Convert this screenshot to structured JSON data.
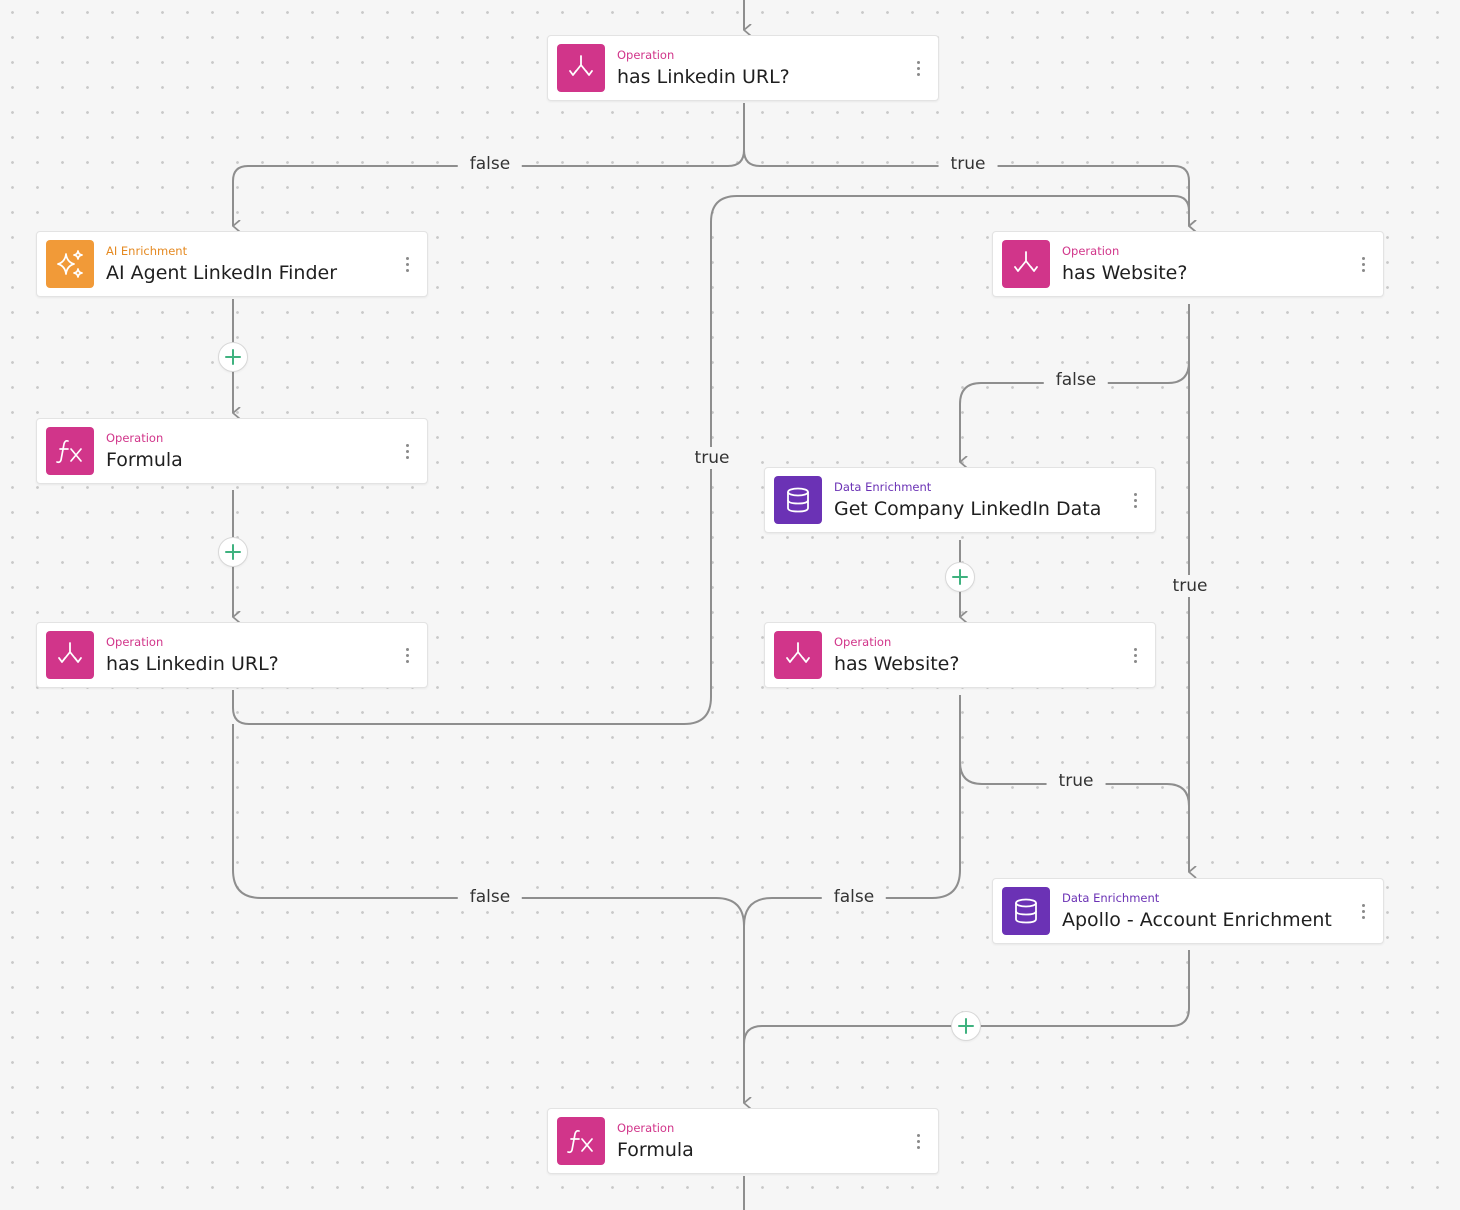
{
  "colors": {
    "operation": "#d1358a",
    "ai_enrichment": "#f19a38",
    "data_enrichment": "#6b32b5",
    "add": "#3fb27f",
    "edge": "#8e8e8e"
  },
  "nodes": [
    {
      "id": "n1",
      "category": "Operation",
      "title": "has Linkedin URL?",
      "icon": "split-icon",
      "kind": "operation"
    },
    {
      "id": "n2",
      "category": "AI Enrichment",
      "title": "AI Agent LinkedIn Finder",
      "icon": "sparkle-icon",
      "kind": "ai_enrichment"
    },
    {
      "id": "n3",
      "category": "Operation",
      "title": "has Website?",
      "icon": "split-icon",
      "kind": "operation"
    },
    {
      "id": "n4",
      "category": "Operation",
      "title": "Formula",
      "icon": "formula-icon",
      "kind": "operation"
    },
    {
      "id": "n5",
      "category": "Data Enrichment",
      "title": "Get Company LinkedIn Data",
      "icon": "database-icon",
      "kind": "data_enrichment"
    },
    {
      "id": "n6",
      "category": "Operation",
      "title": "has Linkedin URL?",
      "icon": "split-icon",
      "kind": "operation"
    },
    {
      "id": "n7",
      "category": "Operation",
      "title": "has Website?",
      "icon": "split-icon",
      "kind": "operation"
    },
    {
      "id": "n8",
      "category": "Data Enrichment",
      "title": "Apollo - Account Enrichment",
      "icon": "database-icon",
      "kind": "data_enrichment"
    },
    {
      "id": "n9",
      "category": "Operation",
      "title": "Formula",
      "icon": "formula-icon",
      "kind": "operation"
    }
  ],
  "edge_labels": [
    "false",
    "true",
    "false",
    "true",
    "true",
    "true",
    "false",
    "false"
  ]
}
